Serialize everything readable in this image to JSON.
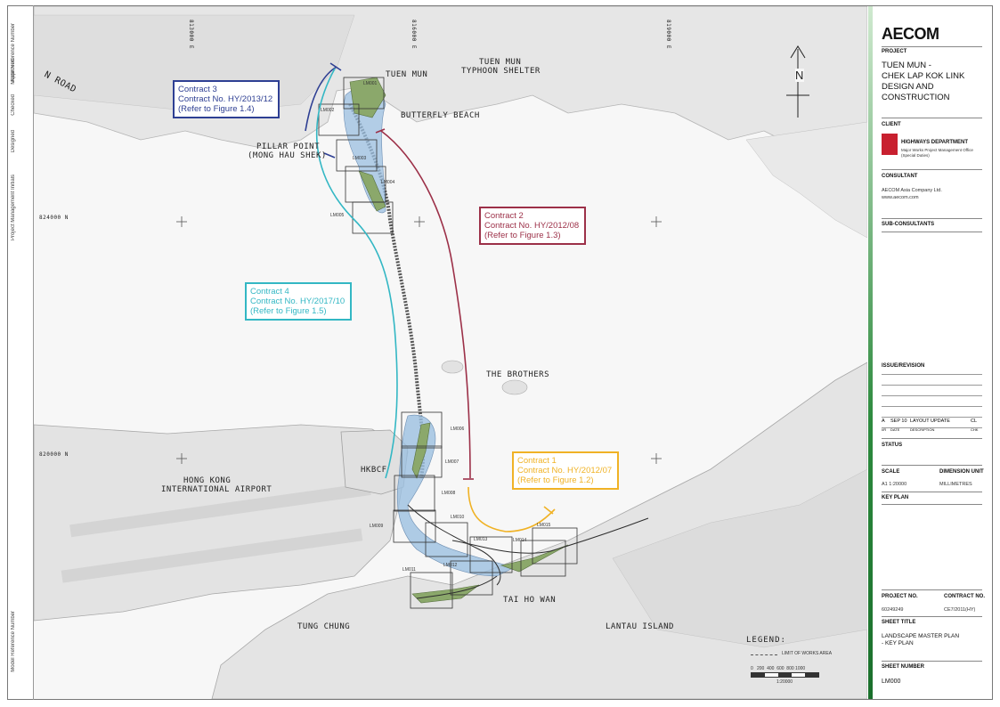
{
  "left_strip": [
    "Model Reference Number",
    "Project Management Initials",
    "Designed",
    "Checked",
    "Approved",
    "Date",
    "Model Reference Number"
  ],
  "map": {
    "place_names": {
      "tuen_mun": "TUEN MUN",
      "typhoon_shelter_1": "TUEN MUN",
      "typhoon_shelter_2": "TYPHOON SHELTER",
      "butterfly_beach": "BUTTERFLY BEACH",
      "pillar_point_1": "PILLAR POINT",
      "pillar_point_2": "(MONG HAU SHEK)",
      "the_brothers": "THE BROTHERS",
      "hkia_1": "HONG KONG",
      "hkia_2": "INTERNATIONAL AIRPORT",
      "hkbcf": "HKBCF",
      "tai_ho_wan": "TAI HO WAN",
      "tung_chung": "TUNG CHUNG",
      "lantau": "LANTAU ISLAND",
      "road": "N ROAD"
    },
    "grid_labels": {
      "top_1": "813000 E",
      "top_2": "816000 E",
      "top_3": "819000 E",
      "left_1": "824000 N",
      "left_2": "820000 N"
    },
    "sheet_labels": [
      "LM001",
      "LM002",
      "LM003",
      "LM004",
      "LM005",
      "LM006",
      "LM007",
      "LM008",
      "LM009",
      "LM010",
      "LM011",
      "LM012",
      "LM013",
      "LM014",
      "LM015"
    ],
    "contracts": [
      {
        "line1": "Contract 3",
        "line2": "Contract No. HY/2013/12",
        "line3": "(Refer to Figure 1.4)",
        "color": "#2e3f93"
      },
      {
        "line1": "Contract 2",
        "line2": "Contract No. HY/2012/08",
        "line3": "(Refer to Figure 1.3)",
        "color": "#9c3048"
      },
      {
        "line1": "Contract 4",
        "line2": "Contract No. HY/2017/10",
        "line3": "(Refer to Figure 1.5)",
        "color": "#33b7c4"
      },
      {
        "line1": "Contract 1",
        "line2": "Contract No. HY/2012/07",
        "line3": "(Refer to Figure 1.2)",
        "color": "#f0b225"
      }
    ],
    "north": "N",
    "legend_title": "LEGEND:",
    "legend_item": "LIMIT OF WORKS AREA",
    "scale_ticks": "0   200  400  600  800 1000",
    "scale_text": "1:20000"
  },
  "title_block": {
    "logo": "AECOM",
    "project_label": "PROJECT",
    "project_lines": [
      "TUEN MUN -",
      "CHEK LAP KOK LINK",
      "DESIGN AND",
      "CONSTRUCTION"
    ],
    "client_label": "CLIENT",
    "client_name": "HIGHWAYS DEPARTMENT",
    "client_sub1": "Major Works Project Management Office",
    "client_sub2": "(Special Duties)",
    "consultant_label": "CONSULTANT",
    "consultant_1": "AECOM Asia Company Ltd.",
    "consultant_2": "www.aecom.com",
    "subconsultants_label": "SUB-CONSULTANTS",
    "issue_label": "ISSUE/REVISION",
    "rev_row": [
      "A",
      "SEP 10",
      "LAYOUT UPDATE",
      "CL"
    ],
    "rev_headers": [
      "I/R",
      "DATE",
      "DESCRIPTION",
      "CHK"
    ],
    "status_label": "STATUS",
    "scale_label": "SCALE",
    "scale_value": "A1 1:20000",
    "dimension_label": "DIMENSION UNIT",
    "dimension_value": "MILLIMETRES",
    "key_plan_label": "KEY PLAN",
    "project_no_label": "PROJECT NO.",
    "project_no": "60249249",
    "contract_no_label": "CONTRACT NO.",
    "contract_no": "CE7/2011(HY)",
    "sheet_title_label": "SHEET TITLE",
    "sheet_title_1": "LANDSCAPE MASTER PLAN",
    "sheet_title_2": "- KEY PLAN",
    "sheet_number_label": "SHEET NUMBER",
    "sheet_number": "LM000"
  }
}
